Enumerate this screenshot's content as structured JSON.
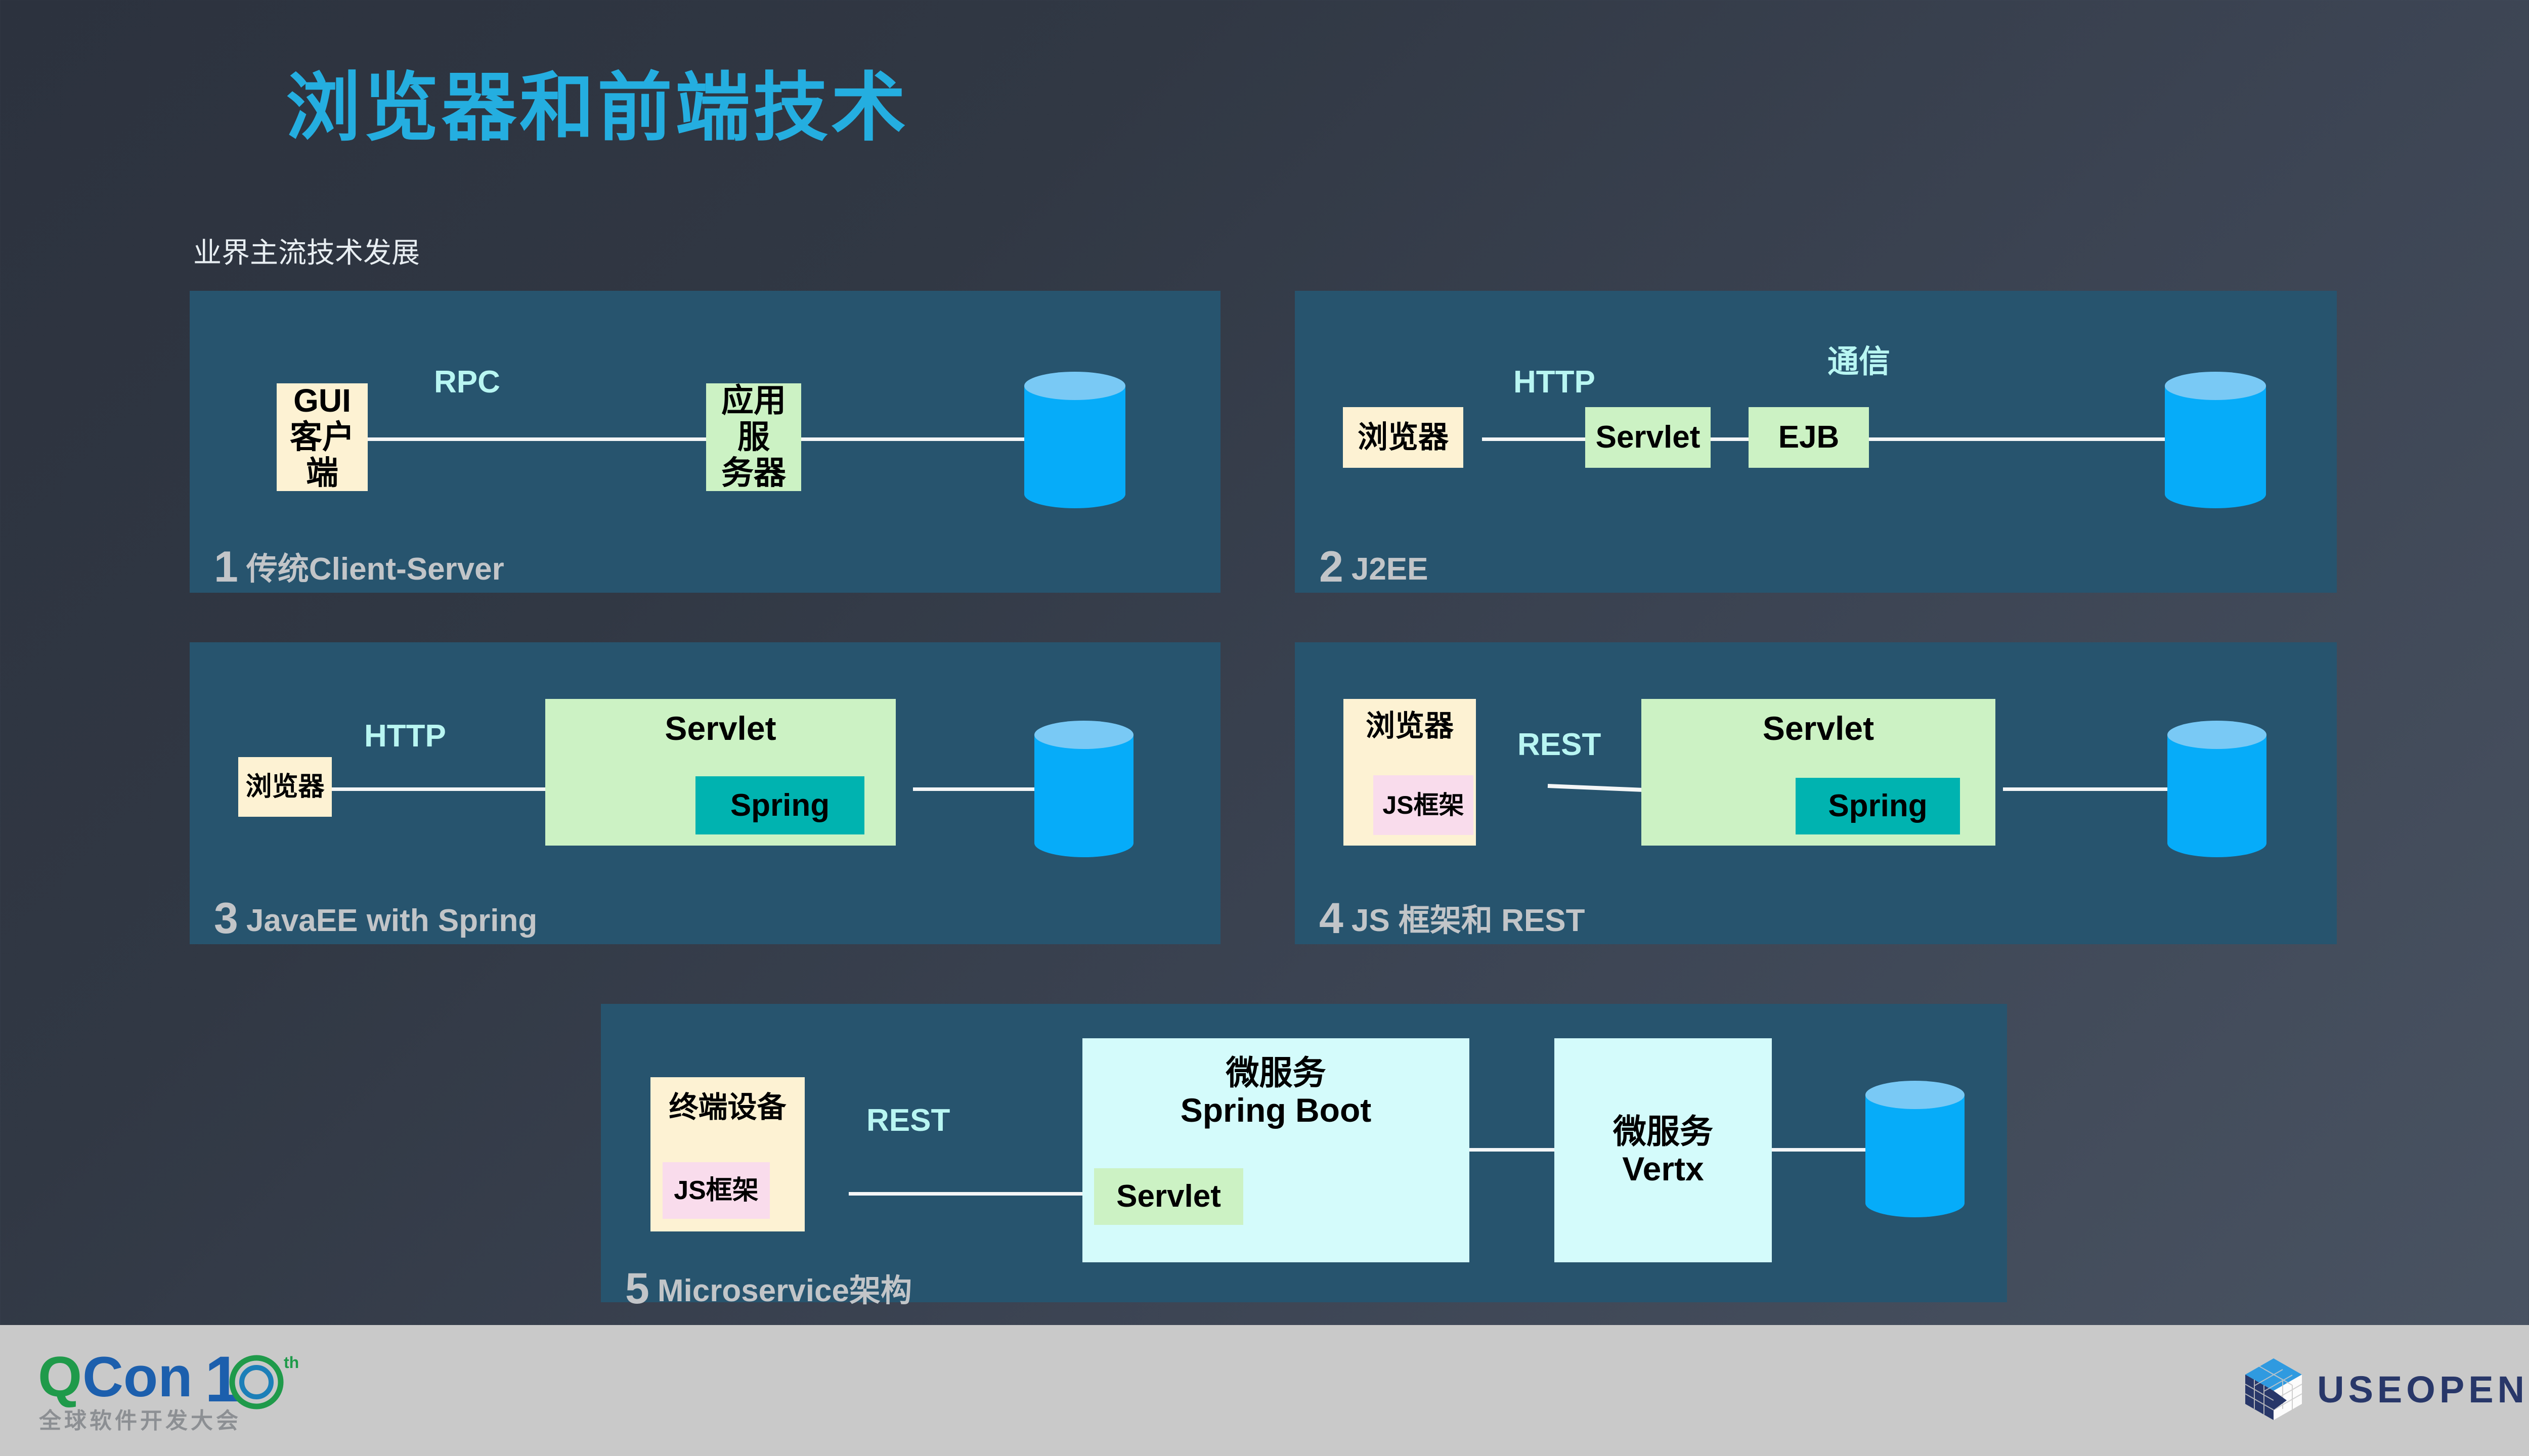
{
  "slide": {
    "title": "浏览器和前端技术",
    "subtitle": "业界主流技术发展",
    "title_color": "#24aee0",
    "panel_color": "#27546e",
    "accent_protocol_color": "#b8f6f2",
    "caption_color": "#c2c5c8"
  },
  "panels": [
    {
      "id": "1",
      "number": "1",
      "caption": "传统Client-Server",
      "nodes": [
        {
          "name": "gui-client",
          "lines": [
            "GUI",
            "客户端"
          ],
          "style": "cream"
        },
        {
          "name": "app-server",
          "lines": [
            "应用服",
            "务器"
          ],
          "style": "green"
        }
      ],
      "protocols": [
        "RPC"
      ],
      "database": "database-cylinder"
    },
    {
      "id": "2",
      "number": "2",
      "caption": "J2EE",
      "nodes": [
        {
          "name": "browser",
          "lines": [
            "浏览器"
          ],
          "style": "cream"
        },
        {
          "name": "servlet",
          "lines": [
            "Servlet"
          ],
          "style": "green"
        },
        {
          "name": "ejb",
          "lines": [
            "EJB"
          ],
          "style": "green"
        }
      ],
      "protocols": [
        "HTTP",
        "通信"
      ],
      "database": "database-cylinder"
    },
    {
      "id": "3",
      "number": "3",
      "caption": "JavaEE with Spring",
      "nodes": [
        {
          "name": "browser",
          "lines": [
            "浏览器"
          ],
          "style": "cream"
        },
        {
          "name": "servlet",
          "lines": [
            "Servlet"
          ],
          "style": "green"
        },
        {
          "name": "spring",
          "lines": [
            "Spring"
          ],
          "style": "teal"
        }
      ],
      "protocols": [
        "HTTP"
      ],
      "database": "database-cylinder"
    },
    {
      "id": "4",
      "number": "4",
      "caption": "JS 框架和 REST",
      "nodes": [
        {
          "name": "browser",
          "lines": [
            "浏览器"
          ],
          "style": "cream"
        },
        {
          "name": "js-framework",
          "lines": [
            "JS框架"
          ],
          "style": "pink"
        },
        {
          "name": "servlet",
          "lines": [
            "Servlet"
          ],
          "style": "green"
        },
        {
          "name": "spring",
          "lines": [
            "Spring"
          ],
          "style": "teal"
        }
      ],
      "protocols": [
        "REST"
      ],
      "database": "database-cylinder"
    },
    {
      "id": "5",
      "number": "5",
      "caption": "Microservice架构",
      "nodes": [
        {
          "name": "terminal-device",
          "lines": [
            "终端设备"
          ],
          "style": "cream"
        },
        {
          "name": "js-framework",
          "lines": [
            "JS框架"
          ],
          "style": "pink"
        },
        {
          "name": "microservice-spring-boot",
          "lines": [
            "微服务",
            "Spring Boot"
          ],
          "style": "cyanbox"
        },
        {
          "name": "servlet",
          "lines": [
            "Servlet"
          ],
          "style": "green"
        },
        {
          "name": "microservice-vertx",
          "lines": [
            "微服务",
            "Vertx"
          ],
          "style": "cyanbox"
        }
      ],
      "protocols": [
        "REST"
      ],
      "database": "database-cylinder"
    }
  ],
  "labels": {
    "p1_gui": "GUI",
    "p1_client": "客户端",
    "p1_rpc": "RPC",
    "p1_appserver_l1": "应用服",
    "p1_appserver_l2": "务器",
    "p1_caption_num": "1",
    "p1_caption_txt": "传统Client-Server",
    "p2_browser": "浏览器",
    "p2_http": "HTTP",
    "p2_servlet": "Servlet",
    "p2_comm": "通信",
    "p2_ejb": "EJB",
    "p2_caption_num": "2",
    "p2_caption_txt": "J2EE",
    "p3_browser": "浏览器",
    "p3_http": "HTTP",
    "p3_servlet": "Servlet",
    "p3_spring": "Spring",
    "p3_caption_num": "3",
    "p3_caption_txt": "JavaEE with Spring",
    "p4_browser": "浏览器",
    "p4_js": "JS框架",
    "p4_rest": "REST",
    "p4_servlet": "Servlet",
    "p4_spring": "Spring",
    "p4_caption_num": "4",
    "p4_caption_txt": "JS 框架和 REST",
    "p5_device": "终端设备",
    "p5_js": "JS框架",
    "p5_rest": "REST",
    "p5_ms1_l1": "微服务",
    "p5_ms1_l2": "Spring Boot",
    "p5_servlet": "Servlet",
    "p5_ms2_l1": "微服务",
    "p5_ms2_l2": "Vertx",
    "p5_caption_num": "5",
    "p5_caption_txt": "Microservice架构"
  },
  "footer": {
    "qcon_q": "Q",
    "qcon_con": "Con",
    "qcon_ten": "10",
    "qcon_th": "th",
    "qcon_tagline": "全球软件开发大会",
    "useopen_name": "USEOPEN"
  }
}
